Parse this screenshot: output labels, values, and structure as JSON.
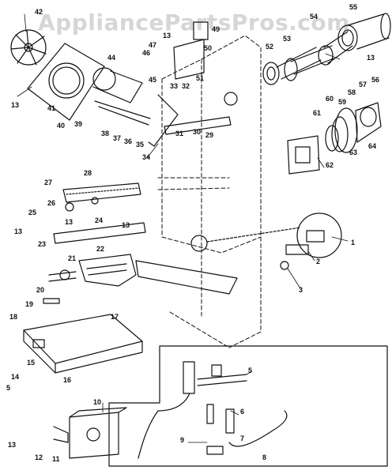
{
  "watermark": "AppliancePartsPros.com",
  "callouts": [
    {
      "id": "c42",
      "text": "42"
    },
    {
      "id": "c13a",
      "text": "13"
    },
    {
      "id": "c41",
      "text": "41"
    },
    {
      "id": "c40",
      "text": "40"
    },
    {
      "id": "c39",
      "text": "39"
    },
    {
      "id": "c38",
      "text": "38"
    },
    {
      "id": "c37",
      "text": "37"
    },
    {
      "id": "c36",
      "text": "36"
    },
    {
      "id": "c35",
      "text": "35"
    },
    {
      "id": "c34",
      "text": "34"
    },
    {
      "id": "c44",
      "text": "44"
    },
    {
      "id": "c45",
      "text": "45"
    },
    {
      "id": "c46",
      "text": "46"
    },
    {
      "id": "c47",
      "text": "47"
    },
    {
      "id": "c13b",
      "text": "13"
    },
    {
      "id": "c49",
      "text": "49"
    },
    {
      "id": "c50",
      "text": "50"
    },
    {
      "id": "c51",
      "text": "51"
    },
    {
      "id": "c33",
      "text": "33"
    },
    {
      "id": "c32",
      "text": "32"
    },
    {
      "id": "c31",
      "text": "31"
    },
    {
      "id": "c30",
      "text": "30"
    },
    {
      "id": "c29",
      "text": "29"
    },
    {
      "id": "c52",
      "text": "52"
    },
    {
      "id": "c53",
      "text": "53"
    },
    {
      "id": "c54",
      "text": "54"
    },
    {
      "id": "c55",
      "text": "55"
    },
    {
      "id": "c13c",
      "text": "13"
    },
    {
      "id": "c56",
      "text": "56"
    },
    {
      "id": "c57",
      "text": "57"
    },
    {
      "id": "c58",
      "text": "58"
    },
    {
      "id": "c59",
      "text": "59"
    },
    {
      "id": "c60",
      "text": "60"
    },
    {
      "id": "c61",
      "text": "61"
    },
    {
      "id": "c63",
      "text": "63"
    },
    {
      "id": "c64",
      "text": "64"
    },
    {
      "id": "c62",
      "text": "62"
    },
    {
      "id": "c28",
      "text": "28"
    },
    {
      "id": "c27",
      "text": "27"
    },
    {
      "id": "c26",
      "text": "26"
    },
    {
      "id": "c25",
      "text": "25"
    },
    {
      "id": "c24",
      "text": "24"
    },
    {
      "id": "c13d",
      "text": "13"
    },
    {
      "id": "c13e",
      "text": "13"
    },
    {
      "id": "c13f",
      "text": "13"
    },
    {
      "id": "c23",
      "text": "23"
    },
    {
      "id": "c22",
      "text": "22"
    },
    {
      "id": "c21",
      "text": "21"
    },
    {
      "id": "c20",
      "text": "20"
    },
    {
      "id": "c19",
      "text": "19"
    },
    {
      "id": "c18",
      "text": "18"
    },
    {
      "id": "c17",
      "text": "17"
    },
    {
      "id": "c15",
      "text": "15"
    },
    {
      "id": "c16",
      "text": "16"
    },
    {
      "id": "c14",
      "text": "14"
    },
    {
      "id": "c5a",
      "text": "5"
    },
    {
      "id": "c13g",
      "text": "13"
    },
    {
      "id": "c12",
      "text": "12"
    },
    {
      "id": "c11",
      "text": "11"
    },
    {
      "id": "c10",
      "text": "10"
    },
    {
      "id": "c1",
      "text": "1"
    },
    {
      "id": "c2",
      "text": "2"
    },
    {
      "id": "c3",
      "text": "3"
    },
    {
      "id": "c5b",
      "text": "5"
    },
    {
      "id": "c6",
      "text": "6"
    },
    {
      "id": "c7",
      "text": "7"
    },
    {
      "id": "c8",
      "text": "8"
    },
    {
      "id": "c9",
      "text": "9"
    }
  ]
}
